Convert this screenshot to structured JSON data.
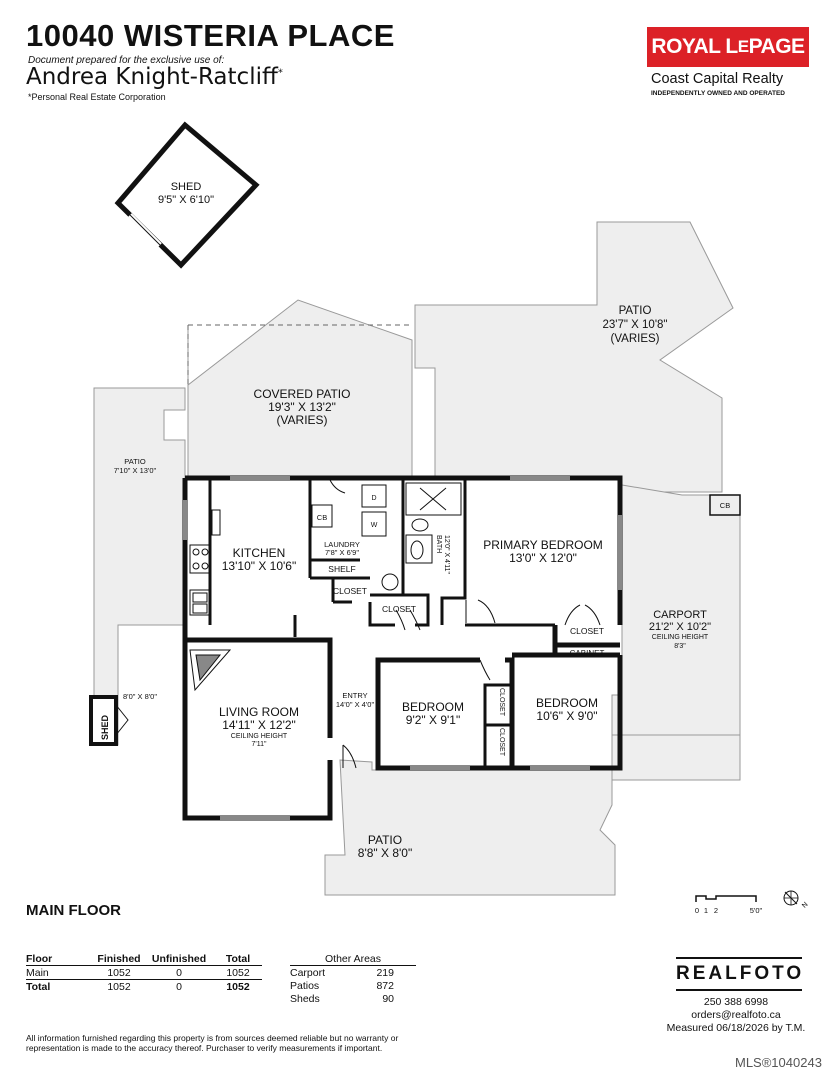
{
  "header": {
    "address": "10040 WISTERIA PLACE",
    "prepared_for": "Document prepared for the exclusive use of:",
    "agent_name": "Andrea Knight-Ratcliff",
    "agent_mark": "*",
    "agent_corp": "*Personal Real Estate Corporation"
  },
  "brand": {
    "name_big": "ROYAL L",
    "name_small": "E",
    "name_end": "PAGE",
    "office": "Coast Capital Realty",
    "tagline": "INDEPENDENTLY OWNED AND OPERATED",
    "color": "#dc2127"
  },
  "rooms": {
    "shed_top": {
      "name": "SHED",
      "dims": "9'5\" X 6'10\""
    },
    "patio_ne": {
      "name": "PATIO",
      "dims": "23'7\" X 10'8\"",
      "note": "(VARIES)"
    },
    "covered_patio": {
      "name": "COVERED PATIO",
      "dims": "19'3\" X 13'2\"",
      "note": "(VARIES)"
    },
    "patio_w": {
      "name": "PATIO",
      "dims": "7'10\" X 13'0\""
    },
    "kitchen": {
      "name": "KITCHEN",
      "dims": "13'10\" X 10'6\""
    },
    "laundry": {
      "name": "LAUNDRY",
      "dims": "7'8\" X 6'9\""
    },
    "shelf": "SHELF",
    "cb1": "CB",
    "cb2": "CB",
    "bath": {
      "name": "BATH",
      "dims": "12'0\" X 4'11\""
    },
    "primary_bedroom": {
      "name": "PRIMARY BEDROOM",
      "dims": "13'0\" X 12'0\""
    },
    "closet1": "CLOSET",
    "closet2": "CLOSET",
    "closet3": "CLOSET",
    "closet4": "CLOSET",
    "closet5": "CLOSET",
    "cabinet": "CABINET",
    "carport": {
      "name": "CARPORT",
      "dims": "21'2\" X 10'2\"",
      "ceiling": "CEILING HEIGHT",
      "height": "8'3\""
    },
    "living_room": {
      "name": "LIVING ROOM",
      "dims": "14'11\" X 12'2\"",
      "ceiling": "CEILING HEIGHT",
      "height": "7'11\""
    },
    "entry": {
      "name": "ENTRY",
      "dims": "14'0\" X 4'0\""
    },
    "bedroom1": {
      "name": "BEDROOM",
      "dims": "9'2\" X 9'1\""
    },
    "bedroom2": {
      "name": "BEDROOM",
      "dims": "10'6\" X 9'0\""
    },
    "shed_small": {
      "name": "SHED",
      "dims": "8'0\" X 8'0\""
    },
    "patio_s": {
      "name": "PATIO",
      "dims": "8'8\" X 8'0\""
    },
    "appliance_d": "D",
    "appliance_w": "W"
  },
  "scale": {
    "t0": "0",
    "t1": "1",
    "t2": "2",
    "t5": "5'0\"",
    "north": "N"
  },
  "floor_label": "MAIN FLOOR",
  "area_table": {
    "headers": [
      "Floor",
      "Finished",
      "Unfinished",
      "Total"
    ],
    "rows": [
      [
        "Main",
        "1052",
        "0",
        "1052"
      ],
      [
        "Total",
        "1052",
        "0",
        "1052"
      ]
    ]
  },
  "other_areas": {
    "header": "Other Areas",
    "rows": [
      [
        "Carport",
        "219"
      ],
      [
        "Patios",
        "872"
      ],
      [
        "Sheds",
        "90"
      ]
    ]
  },
  "realfoto": {
    "logo": "REALFOTO",
    "phone": "250 388 6998",
    "email": "orders@realfoto.ca",
    "measured": "Measured 06/18/2026 by T.M."
  },
  "disclaimer": "All information furnished regarding this property is from sources deemed reliable but no warranty or representation is made to the accuracy thereof. Purchaser to verify measurements if important.",
  "mls": "MLS®1040243"
}
